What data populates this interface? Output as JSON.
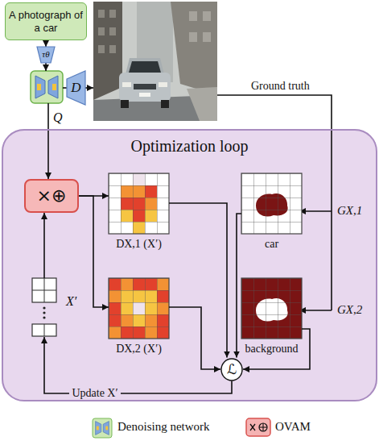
{
  "diagram": {
    "nodes": [
      {
        "text": [
          "A photograph of a car"
        ]
      },
      {
        "text": [
          "τθ"
        ]
      },
      {
        "text": [
          "D"
        ]
      },
      {
        "text": [
          "Optimization loop"
        ]
      },
      {
        "text": [
          "×⊕"
        ],
        "in": 3
      },
      {
        "text": [
          "DX,1 (X′)"
        ],
        "in": 3
      },
      {
        "text": [
          "car"
        ],
        "in": 3
      },
      {
        "text": [
          "DX,2 (X′)"
        ],
        "in": 3
      },
      {
        "text": [
          "background"
        ],
        "in": 3
      },
      {
        "text": [
          "X′"
        ],
        "in": 3
      },
      {
        "text": [
          "ℒ"
        ],
        "in": 3
      }
    ],
    "edges": [
      {
        "from": 0,
        "to": 1,
        "arrow": "to"
      },
      {
        "from": 4,
        "to": 5,
        "arrow": "to"
      },
      {
        "from": 4,
        "to": 7,
        "arrow": "to"
      },
      {
        "from": 5,
        "to": 10,
        "arrow": "to"
      },
      {
        "from": 6,
        "to": 10,
        "arrow": "to"
      },
      {
        "from": 7,
        "to": 10,
        "arrow": "to"
      },
      {
        "from": 8,
        "to": 10,
        "arrow": "to"
      },
      {
        "from": 10,
        "to": 9,
        "label": "Update X′",
        "arrow": "to"
      },
      {
        "from": 9,
        "to": 4,
        "arrow": "to"
      }
    ],
    "labels": [
      "Q",
      "Ground truth",
      "GX,1",
      "GX,2"
    ],
    "legend": [
      {
        "text": "Denoising network"
      },
      {
        "text": "OVAM"
      }
    ]
  }
}
